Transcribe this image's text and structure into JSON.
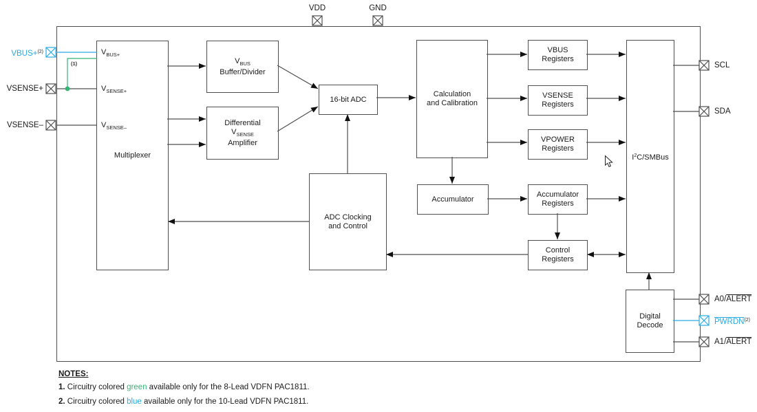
{
  "colors": {
    "blue": "#29abe2",
    "green": "#33b573",
    "line": "#4f4f4f",
    "text": "#1a1a1a"
  },
  "pins": {
    "vdd": "VDD",
    "gnd": "GND",
    "vbus_plus": {
      "label": "VBUS+",
      "sup": "(2)"
    },
    "vsense_plus": "VSENSE+",
    "vsense_minus": "VSENSE–",
    "scl": "SCL",
    "sda": "SDA",
    "a0": {
      "prefix": "A0/",
      "overline": "ALERT"
    },
    "pwrdn": {
      "overline": "PWRDN",
      "sup": "(2)"
    },
    "a1": {
      "prefix": "A1/",
      "overline": "ALERT"
    }
  },
  "blocks": {
    "multiplexer": "Multiplexer",
    "mux_inputs": {
      "vbus": {
        "main": "V",
        "sub": "BUS+"
      },
      "vsense_p": {
        "main": "V",
        "sub": "SENSE+"
      },
      "vsense_m": {
        "main": "V",
        "sub": "SENSE–"
      }
    },
    "vbus_buffer": {
      "line1_main": "V",
      "line1_sub": "BUS",
      "line2": "Buffer/Divider"
    },
    "diff_amp": {
      "line1": "Differential",
      "line2_main": "V",
      "line2_sub": "SENSE",
      "line3": "Amplifier"
    },
    "adc": "16-bit ADC",
    "adc_clocking": {
      "line1": "ADC Clocking",
      "line2": "and Control"
    },
    "calculation": {
      "line1": "Calculation",
      "line2": "and Calibration"
    },
    "accumulator": "Accumulator",
    "vbus_registers": {
      "line1": "VBUS",
      "line2": "Registers"
    },
    "vsense_registers": {
      "line1": "VSENSE",
      "line2": "Registers"
    },
    "vpower_registers": {
      "line1": "VPOWER",
      "line2": "Registers"
    },
    "accumulator_registers": {
      "line1": "Accumulator",
      "line2": "Registers"
    },
    "control_registers": {
      "line1": "Control",
      "line2": "Registers"
    },
    "i2c": {
      "pre": "I",
      "sup": "2",
      "post": "C/SMBus"
    },
    "digital_decode": {
      "line1": "Digital",
      "line2": "Decode"
    }
  },
  "annotations": {
    "note_ref_1": "(1)"
  },
  "notes": {
    "heading": "NOTES:",
    "note1": {
      "num": "1.",
      "pre": " Circuitry colored ",
      "colored": "green",
      "post": " available only for the 8-Lead VDFN PAC1811."
    },
    "note2": {
      "num": "2.",
      "pre": " Circuitry colored ",
      "colored": "blue",
      "post": " available only for the 10-Lead VDFN PAC1811."
    }
  }
}
